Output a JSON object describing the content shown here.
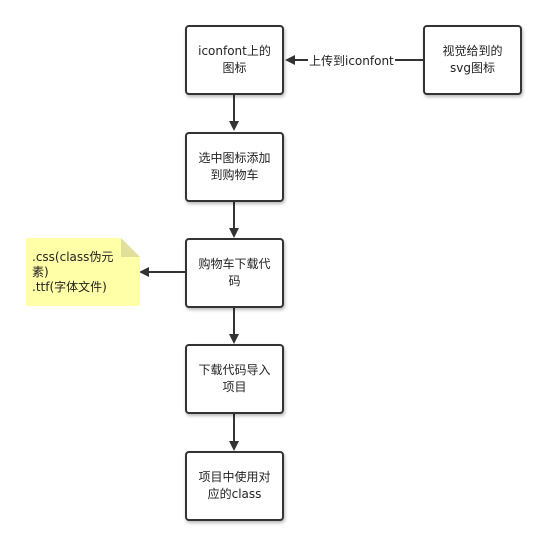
{
  "diagram": {
    "nodes": {
      "iconfont_icons": "iconfont上的\n图标",
      "design_svg": "视觉给到的\nsvg图标",
      "select_add_cart": "选中图标添加\n到购物车",
      "cart_download": "购物车下载代\n码",
      "import_project": "下载代码导入\n项目",
      "use_class": "项目中使用对\n应的class"
    },
    "edge_label": "上传到iconfont",
    "note": ".css(class伪元\n素)\n.ttf(字体文件)"
  },
  "colors": {
    "border": "#333333",
    "note_fill": "#ffffa8",
    "note_fold": "#e0e09a",
    "arrow": "#333333"
  }
}
